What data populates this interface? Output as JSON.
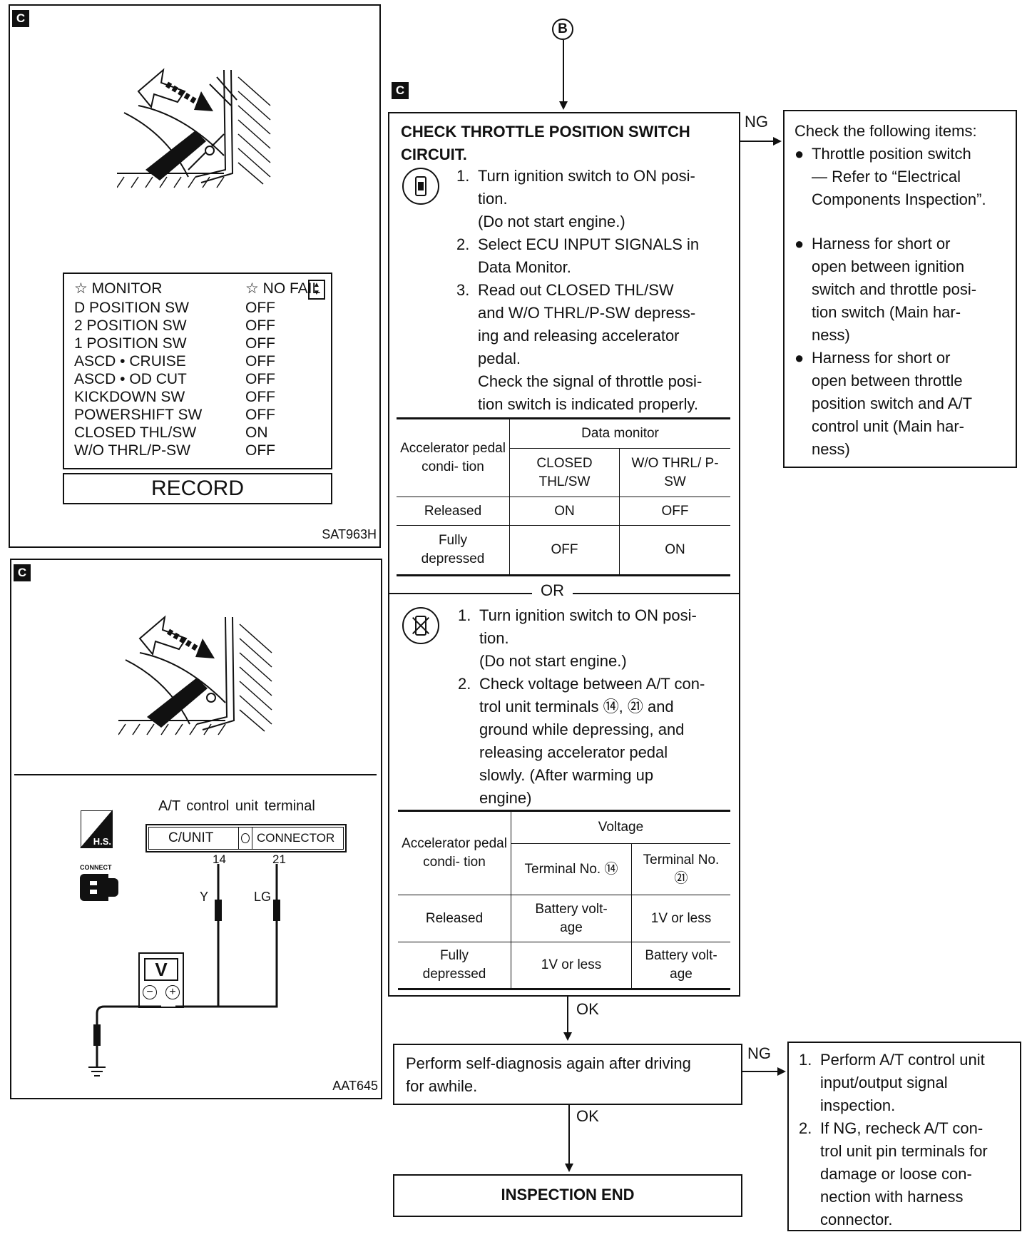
{
  "badge_letter": "C",
  "connector_letter": "B",
  "panel1": {
    "monitor": {
      "header_left": "☆ MONITOR",
      "header_right": "☆ NO FAIL",
      "rows": [
        {
          "item": "D POSITION SW",
          "value": "OFF"
        },
        {
          "item": "2 POSITION SW",
          "value": "OFF"
        },
        {
          "item": "1 POSITION SW",
          "value": "OFF"
        },
        {
          "item": "ASCD • CRUISE",
          "value": "OFF"
        },
        {
          "item": "ASCD • OD CUT",
          "value": "OFF"
        },
        {
          "item": "KICKDOWN SW",
          "value": "OFF"
        },
        {
          "item": "POWERSHIFT SW",
          "value": "OFF"
        },
        {
          "item": "CLOSED THL/SW",
          "value": "ON"
        },
        {
          "item": "W/O THRL/P-SW",
          "value": "OFF"
        }
      ],
      "record_label": "RECORD"
    },
    "code": "SAT963H"
  },
  "panel2": {
    "terminal_title": "A/T control unit terminal",
    "cunit_label": "C/UNIT",
    "connector_label": "CONNECTOR",
    "pin_left": "14",
    "pin_right": "21",
    "wire_left": "Y",
    "wire_right": "LG",
    "meter_label": "V",
    "hs_label": "H.S.",
    "connect_label": "CONNECT",
    "code": "AAT645"
  },
  "main": {
    "title_line1": "CHECK THROTTLE POSITION SWITCH",
    "title_line2": "CIRCUIT.",
    "steps_a": [
      {
        "num": "1.",
        "lines": [
          "Turn ignition switch to ON posi-",
          "tion.",
          "(Do not start engine.)"
        ]
      },
      {
        "num": "2.",
        "lines": [
          "Select ECU INPUT SIGNALS in",
          "Data Monitor."
        ]
      },
      {
        "num": "3.",
        "lines": [
          "Read out CLOSED THL/SW",
          "and W/O THRL/P-SW depress-",
          "ing and releasing accelerator",
          "pedal.",
          "Check the signal of throttle posi-",
          "tion switch is indicated properly."
        ]
      }
    ],
    "table_a": {
      "col0": "Accelerator pedal condi- tion",
      "group": "Data monitor",
      "col1": "CLOSED THL/SW",
      "col2": "W/O THRL/ P-SW",
      "rows": [
        {
          "cond": "Released",
          "v1": "ON",
          "v2": "OFF"
        },
        {
          "cond": "Fully depressed",
          "v1": "OFF",
          "v2": "ON"
        }
      ]
    },
    "or_label": "OR",
    "steps_b": [
      {
        "num": "1.",
        "lines": [
          "Turn ignition switch to ON posi-",
          "tion.",
          "(Do not start engine.)"
        ]
      },
      {
        "num": "2.",
        "lines": [
          "Check voltage between A/T con-",
          "trol unit terminals ⑭, ㉑ and",
          "ground while depressing, and",
          "releasing accelerator pedal",
          "slowly. (After warming up",
          "engine)"
        ]
      }
    ],
    "table_b": {
      "col0": "Accelerator pedal condi- tion",
      "group": "Voltage",
      "col1": "Terminal No. ⑭",
      "col2": "Terminal No. ㉑",
      "rows": [
        {
          "cond": "Released",
          "v1": "Battery volt- age",
          "v2": "1V or less"
        },
        {
          "cond": "Fully depressed",
          "v1": "1V or less",
          "v2": "Battery volt- age"
        }
      ]
    }
  },
  "ng1": {
    "label": "NG",
    "intro": "Check the following items:",
    "items": [
      [
        "Throttle position switch",
        "— Refer to “Electrical",
        "Components Inspection”."
      ],
      [
        "Harness for short or",
        "open between ignition",
        "switch and throttle posi-",
        "tion switch (Main har-",
        "ness)"
      ],
      [
        "Harness for short or",
        "open between throttle",
        "position switch and A/T",
        "control unit (Main har-",
        "ness)"
      ]
    ]
  },
  "ok1": "OK",
  "selfdiag": {
    "lines": [
      "Perform self-diagnosis again after driving",
      "for awhile."
    ]
  },
  "ng2": {
    "label": "NG",
    "steps": [
      {
        "num": "1.",
        "lines": [
          "Perform A/T control unit",
          "input/output signal",
          "inspection."
        ]
      },
      {
        "num": "2.",
        "lines": [
          "If NG, recheck A/T con-",
          "trol unit pin terminals for",
          "damage or loose con-",
          "nection with harness",
          "connector."
        ]
      }
    ]
  },
  "ok2": "OK",
  "end_label": "INSPECTION END"
}
